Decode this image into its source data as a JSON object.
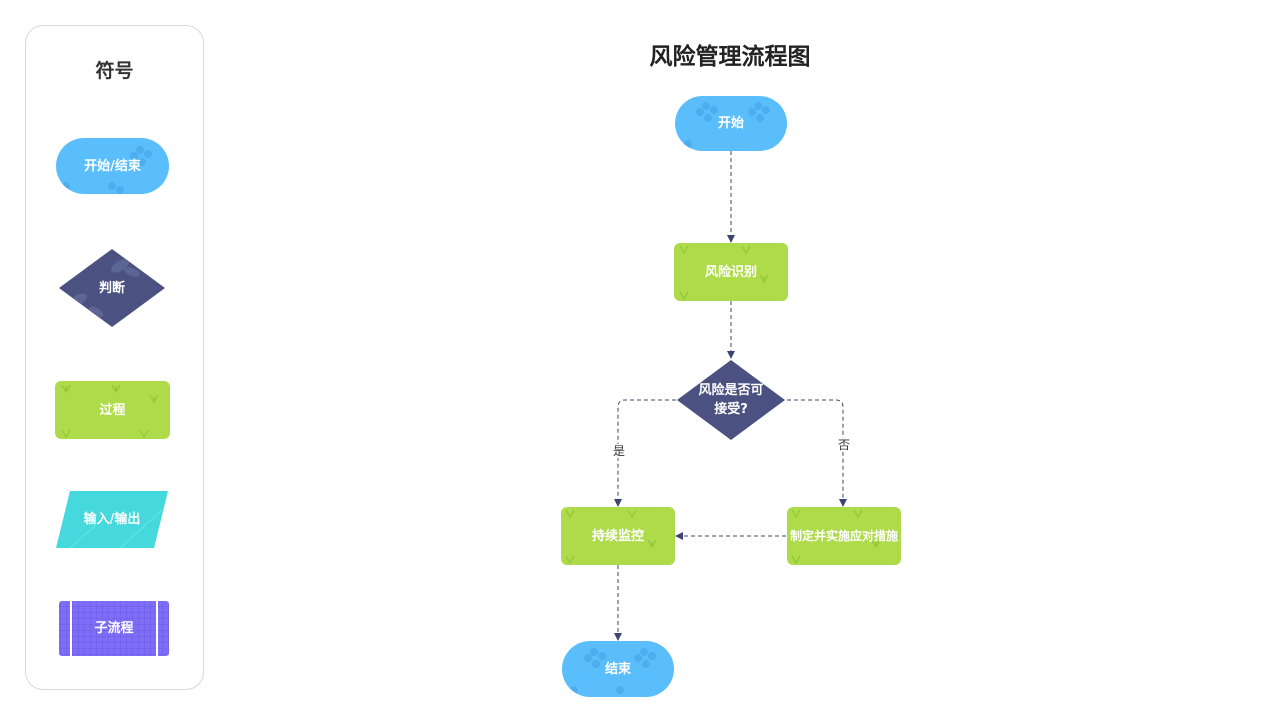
{
  "legend": {
    "title": "符号",
    "items": [
      {
        "label": "开始/结束"
      },
      {
        "label": "判断"
      },
      {
        "label": "过程"
      },
      {
        "label": "输入/输出"
      },
      {
        "label": "子流程"
      }
    ]
  },
  "diagram": {
    "title": "风险管理流程图",
    "nodes": {
      "start": "开始",
      "identify": "风险识别",
      "decision": "风险是否可接受?",
      "monitor": "持续监控",
      "measures": "制定并实施应对措施",
      "end": "结束"
    },
    "edges": {
      "yes": "是",
      "no": "否"
    }
  },
  "colors": {
    "terminal": "#5bbefc",
    "decision": "#4b5281",
    "process": "#aedb49",
    "io": "#45d9dd",
    "subprocess": "#7e6ef5",
    "connector": "#3d4470"
  }
}
